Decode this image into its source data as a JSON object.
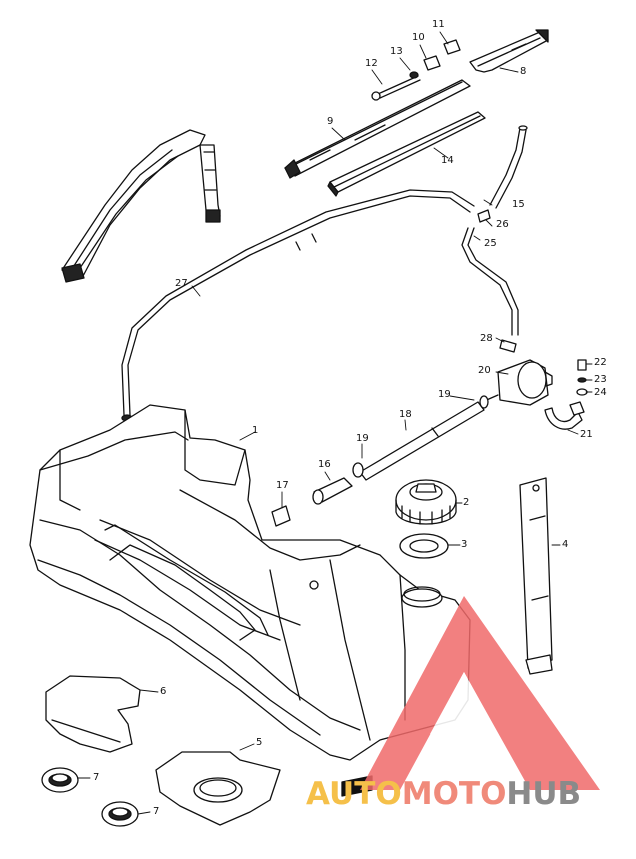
{
  "callouts": {
    "c1": "1",
    "c2": "2",
    "c3": "3",
    "c4": "4",
    "c5": "5",
    "c6": "6",
    "c7a": "7",
    "c7b": "7",
    "c8": "8",
    "c9": "9",
    "c10": "10",
    "c11": "11",
    "c12": "12",
    "c13": "13",
    "c14": "14",
    "c15": "15",
    "c16": "16",
    "c17": "17",
    "c18": "18",
    "c19a": "19",
    "c19b": "19",
    "c20": "20",
    "c21": "21",
    "c22": "22",
    "c23": "23",
    "c24": "24",
    "c25": "25",
    "c26": "26",
    "c27": "27",
    "c28": "28"
  },
  "watermark": {
    "part1": "AUTO",
    "part2": "MOTO",
    "part3": "HUB",
    "color1": "#f5c04a",
    "color2": "#f08a7a",
    "color3": "#8a8a8a",
    "triangle_color": "#f06a6a"
  }
}
